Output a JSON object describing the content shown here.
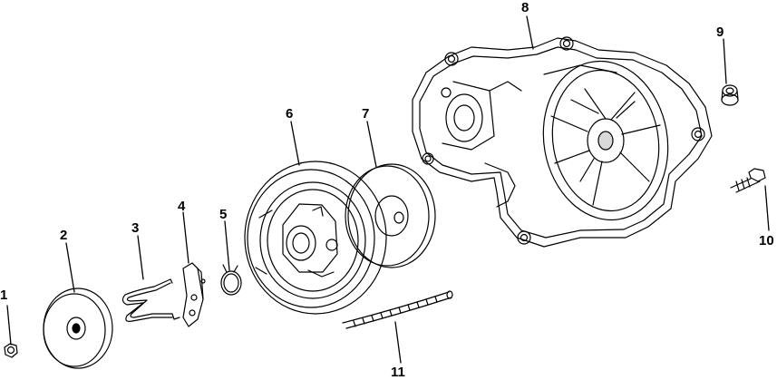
{
  "diagram": {
    "callouts": [
      {
        "id": "c1",
        "label": "1"
      },
      {
        "id": "c2",
        "label": "2"
      },
      {
        "id": "c3",
        "label": "3"
      },
      {
        "id": "c4",
        "label": "4"
      },
      {
        "id": "c5",
        "label": "5"
      },
      {
        "id": "c6",
        "label": "6"
      },
      {
        "id": "c7",
        "label": "7"
      },
      {
        "id": "c8",
        "label": "8"
      },
      {
        "id": "c9",
        "label": "9"
      },
      {
        "id": "c10",
        "label": "10"
      },
      {
        "id": "c11",
        "label": "11"
      }
    ],
    "colors": {
      "ink": "#000000",
      "paper": "#ffffff",
      "shade": "#d9d9d9"
    }
  }
}
